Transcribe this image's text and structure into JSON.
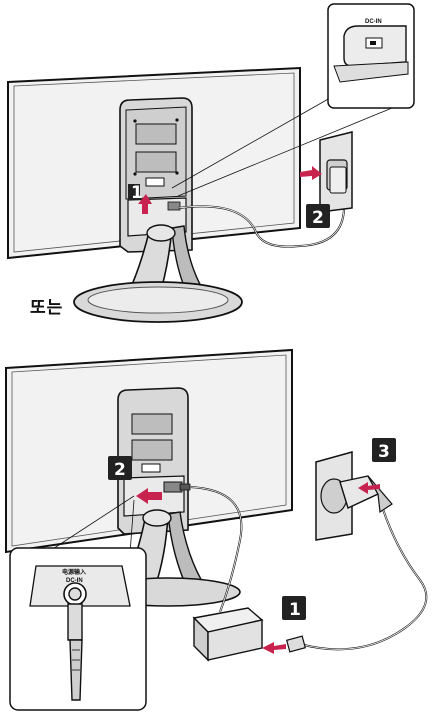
{
  "labels": {
    "dc_in_top": "DC-IN",
    "or_text": "또는",
    "power_input_cn": "电源输入",
    "dc_in_bottom": "DC-IN"
  },
  "steps": {
    "top_step_1": "1",
    "top_step_2": "2",
    "bottom_step_1": "1",
    "bottom_step_2": "2",
    "bottom_step_3": "3"
  },
  "colors": {
    "arrow_accent": "#c8234f",
    "badge_fill": "#222222",
    "line": "#111111"
  }
}
